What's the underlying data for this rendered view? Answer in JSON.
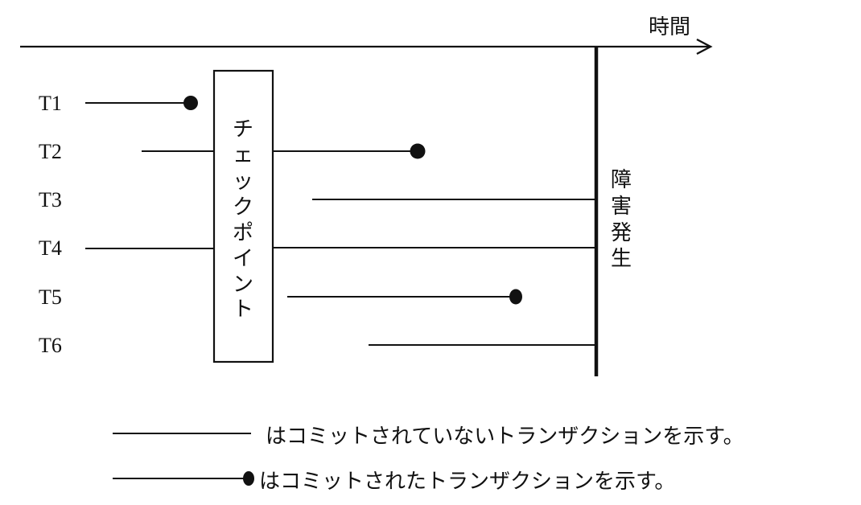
{
  "axis": {
    "label": "時間"
  },
  "checkpoint": {
    "label": [
      "チ",
      "ェ",
      "ッ",
      "ク",
      "ポ",
      "イ",
      "ン",
      "ト"
    ],
    "label_text": "チェックポイント"
  },
  "failure": {
    "label": [
      "障",
      "害",
      "発",
      "生"
    ],
    "label_text": "障害発生"
  },
  "transactions": [
    {
      "name": "T1",
      "committed": true
    },
    {
      "name": "T2",
      "committed": true
    },
    {
      "name": "T3",
      "committed": false
    },
    {
      "name": "T4",
      "committed": false
    },
    {
      "name": "T5",
      "committed": true
    },
    {
      "name": "T6",
      "committed": false
    }
  ],
  "legend": {
    "uncommitted": "はコミットされていないトランザクションを示す。",
    "committed": "はコミットされたトランザクションを示す。"
  },
  "colors": {
    "stroke": "#111111",
    "background": "#ffffff"
  }
}
